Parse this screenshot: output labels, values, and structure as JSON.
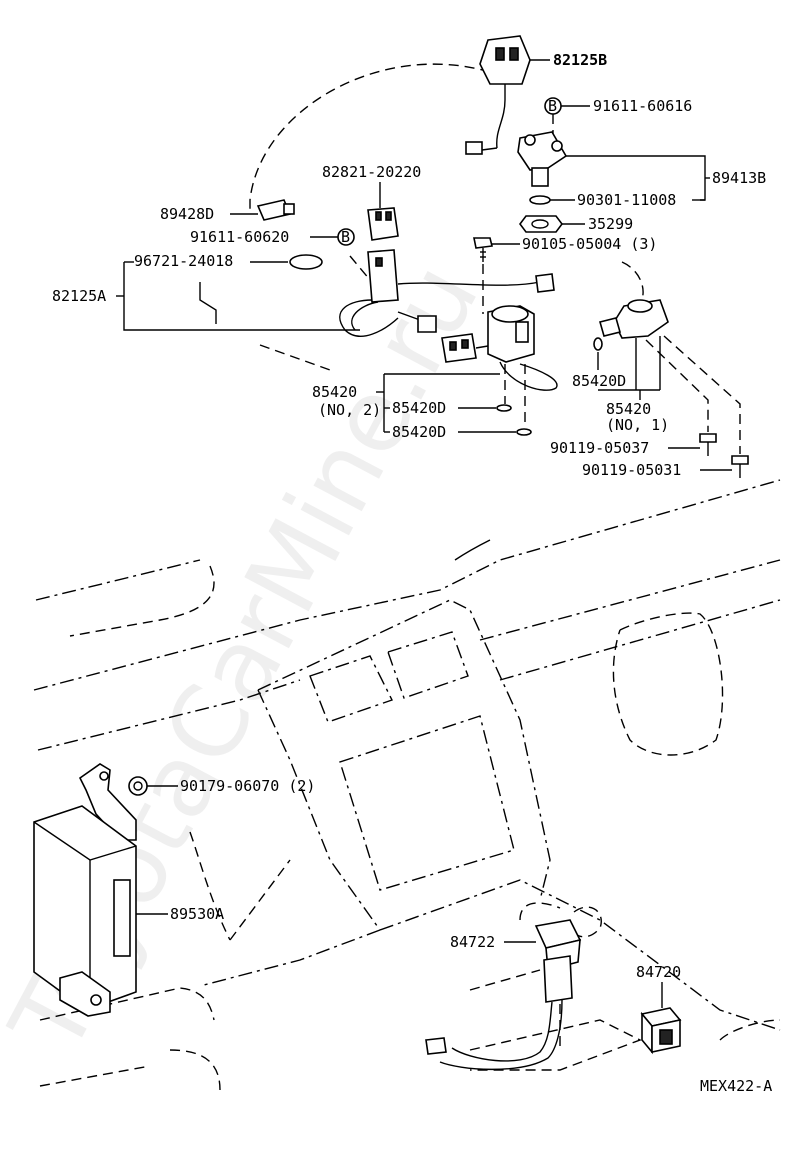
{
  "watermark": "ToyotaCarMine.ru",
  "diagram_code": "MEX422-A",
  "callouts": {
    "c82125B": "82125B",
    "c91611_60616": "91611-60616",
    "c89413B": "89413B",
    "c90301_11008": "90301-11008",
    "c35299": "35299",
    "c82821_20220": "82821-20220",
    "c89428D": "89428D",
    "c91611_60620": "91611-60620",
    "c96721_24018": "96721-24018",
    "c82125A": "82125A",
    "c90105_05004": "90105-05004 (3)",
    "c85420_main": "85420",
    "c85420_no2": "(NO, 2)",
    "c85420D_a": "85420D",
    "c85420D_b": "85420D",
    "c85420D_c": "85420D",
    "c85420_right": "85420",
    "c85420_no1": "(NO, 1)",
    "c90119_05037": "90119-05037",
    "c90119_05031": "90119-05031",
    "c90179_06070": "90179-06070 (2)",
    "c89530A": "89530A",
    "c84722": "84722",
    "c84720": "84720"
  },
  "marker_b": "B"
}
